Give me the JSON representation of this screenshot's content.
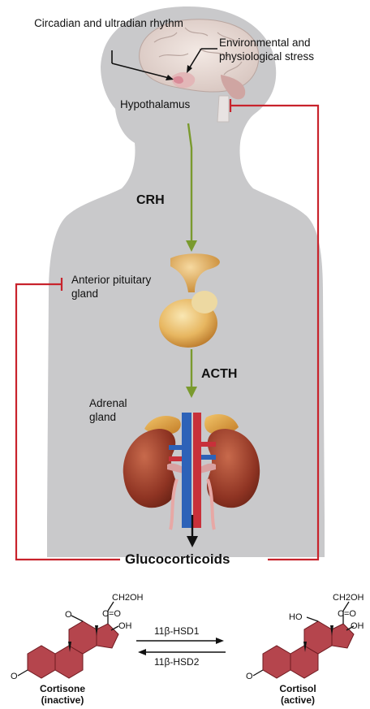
{
  "labels": {
    "rhythm": "Circadian and ultradian rhythm",
    "stress": "Environmental and physiological stress",
    "hypothalamus": "Hypothalamus",
    "crh": "CRH",
    "pituitary": "Anterior pituitary gland",
    "acth": "ACTH",
    "adrenal": "Adrenal gland",
    "glucocorticoids": "Glucocorticoids"
  },
  "reaction": {
    "forward_enzyme": "11β-HSD1",
    "reverse_enzyme": "11β-HSD2",
    "left": {
      "name": "Cortisone",
      "state": "(inactive)",
      "ch2oh": "CH2OH",
      "keto": "C=O",
      "oh17": "OH",
      "c11_group": "O",
      "c3_group": "O"
    },
    "right": {
      "name": "Cortisol",
      "state": "(active)",
      "ch2oh": "CH2OH",
      "keto": "C=O",
      "oh17": "OH",
      "c11_group": "HO",
      "c3_group": "O"
    }
  },
  "colors": {
    "body_silhouette": "#c9c9cb",
    "stimulatory_arrow": "#7a9a2e",
    "feedback_inhibition": "#c8232c",
    "steroid_rings": "#b5454d"
  }
}
